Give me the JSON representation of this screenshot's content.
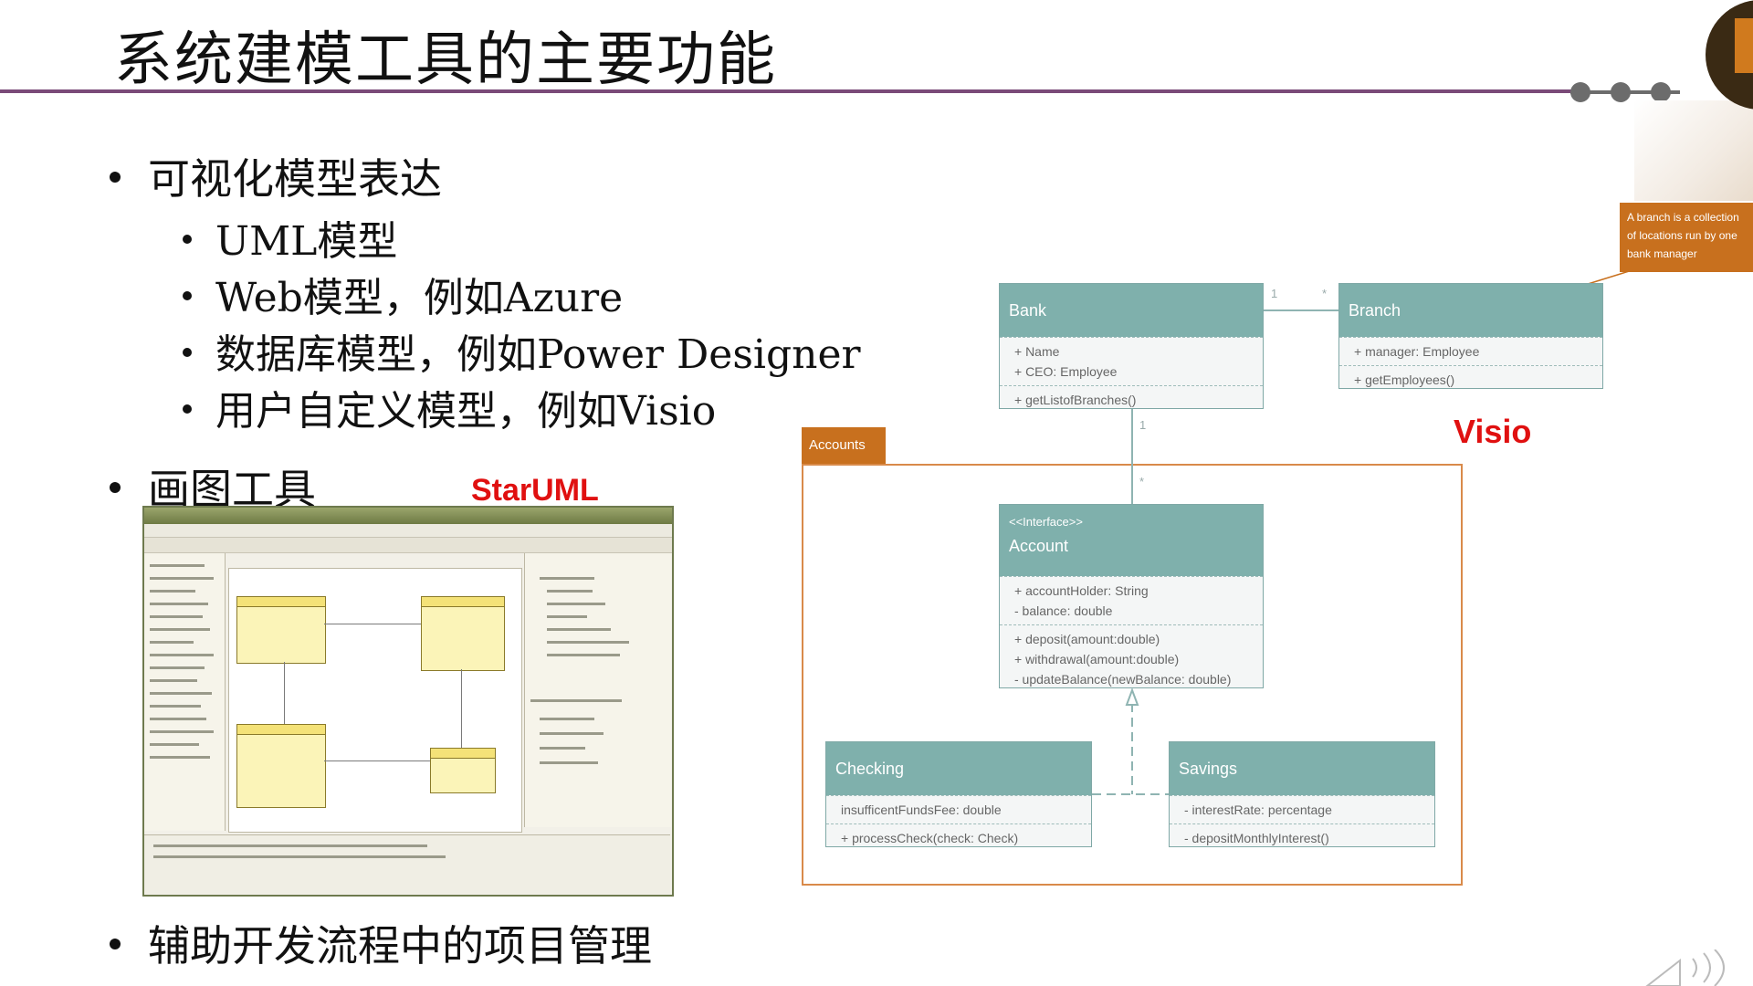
{
  "slide": {
    "title": "系统建模工具的主要功能",
    "bullets": {
      "b1": "可视化模型表达",
      "b1_sub": [
        "UML模型",
        "Web模型，例如Azure",
        "数据库模型，例如Power Designer",
        "用户自定义模型，例如Visio"
      ],
      "b2": "画图工具",
      "b3": "辅助开发流程中的项目管理"
    },
    "labels": {
      "staruml": "StarUML",
      "visio": "Visio"
    }
  },
  "diagram": {
    "package": "Accounts",
    "note": "A branch is a collection of locations run by one bank manager",
    "bank": {
      "name": "Bank",
      "attrs": [
        "+ Name",
        "+ CEO: Employee"
      ],
      "ops": [
        "+ getListofBranches()"
      ]
    },
    "branch": {
      "name": "Branch",
      "attrs": [
        "+ manager: Employee"
      ],
      "ops": [
        "+ getEmployees()"
      ]
    },
    "account": {
      "stereotype": "<<Interface>>",
      "name": "Account",
      "attrs": [
        "+ accountHolder: String",
        "- balance: double"
      ],
      "ops": [
        "+ deposit(amount:double)",
        "+ withdrawal(amount:double)",
        "- updateBalance(newBalance: double)"
      ]
    },
    "checking": {
      "name": "Checking",
      "attrs": [
        "insufficentFundsFee: double"
      ],
      "ops": [
        "+ processCheck(check: Check)"
      ]
    },
    "savings": {
      "name": "Savings",
      "attrs": [
        "- interestRate: percentage"
      ],
      "ops": [
        "- depositMonthlyInterest()"
      ]
    },
    "multiplicity": {
      "bank_branch_left": "1",
      "bank_branch_right": "*",
      "bank_account_top": "1",
      "bank_account_bottom": "*"
    }
  },
  "colors": {
    "accent_rule": "#7a4a78",
    "label_red": "#e01010",
    "uml_header": "#7fb0ac",
    "package_orange": "#c8701e"
  }
}
